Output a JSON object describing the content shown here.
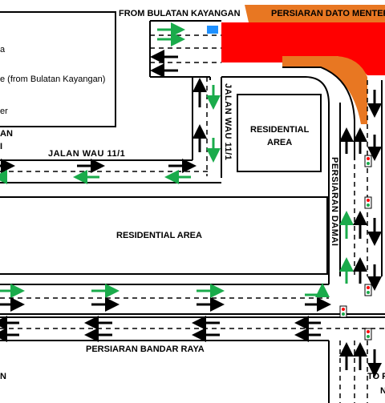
{
  "colors": {
    "red_zone": "#ff0000",
    "orange_zone": "#e87722",
    "green_arrow": "#1aab4b",
    "black_arrow": "#000000",
    "blue_marker": "#1e90ff",
    "road_line": "#000000",
    "background": "#ffffff"
  },
  "labels": {
    "from_bulatan": "FROM BULATAN KAYANGAN",
    "persiaran_dato": "PERSIARAN DATO MENTER",
    "jalan_wau_11_1": "JALAN WAU 11/1",
    "jalan_wau_11_1_vertical": "JALAN WAU 11/1",
    "residential_area_small": "RESIDENTIAL\nAREA",
    "residential_area_small_l1": "RESIDENTIAL",
    "residential_area_small_l2": "AREA",
    "residential_area_large": "RESIDENTIAL AREA",
    "persiaran_damai": "PERSIARAN DAMAI",
    "persiaran_bandar_raya": "PERSIARAN BANDAR RAYA",
    "to_p": "TO P",
    "corner_n_bottom_left": "N",
    "corner_n_bottom_right": "N"
  },
  "legend": {
    "item_1": "a",
    "item_2": "e (from Bulatan Kayangan)",
    "item_3": "er",
    "item_4": "AN",
    "item_5": "I"
  },
  "icons": [
    "traffic-light-icon",
    "green-arrow-icon",
    "black-arrow-icon",
    "blue-marker-icon"
  ]
}
